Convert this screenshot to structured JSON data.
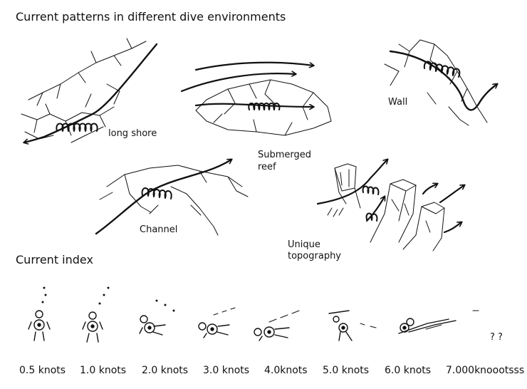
{
  "title": "Current patterns in different dive environments",
  "environments": {
    "long_shore": "long shore",
    "submerged_reef_line1": "Submerged",
    "submerged_reef_line2": "reef",
    "wall": "Wall",
    "channel": "Channel",
    "unique_line1": "Unique",
    "unique_line2": "topography"
  },
  "index_title": "Current index",
  "question_marks": "? ?",
  "speeds": [
    "0.5 knots",
    "1.0 knots",
    "2.0 knots",
    "3.0 knots",
    "4.0knots",
    "5.0 knots",
    "6.0 knots",
    "7.000knoootsss"
  ],
  "colors": {
    "ink": "#111111",
    "background": "#ffffff"
  }
}
